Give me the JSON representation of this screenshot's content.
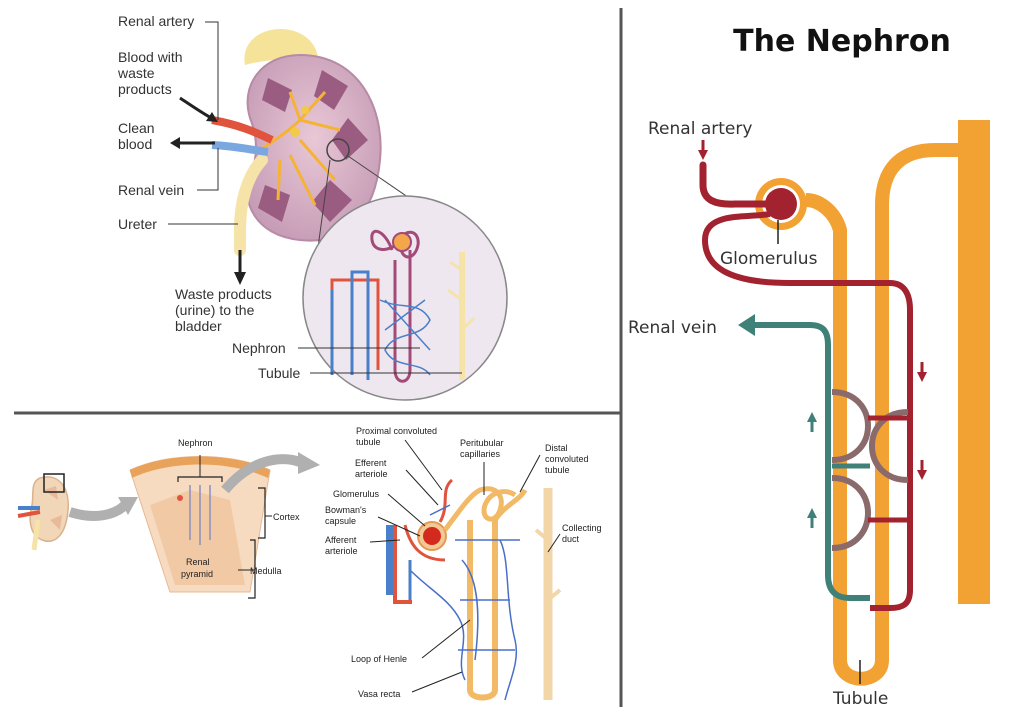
{
  "panel_top_left": {
    "labels": {
      "renal_artery": "Renal artery",
      "blood_waste_1": "Blood with",
      "blood_waste_2": "waste",
      "blood_waste_3": "products",
      "clean_blood_1": "Clean",
      "clean_blood_2": "blood",
      "renal_vein": "Renal vein",
      "ureter": "Ureter",
      "waste_1": "Waste products",
      "waste_2": "(urine) to the",
      "waste_3": "bladder",
      "nephron": "Nephron",
      "tubule": "Tubule"
    }
  },
  "panel_bottom_left": {
    "labels": {
      "nephron": "Nephron",
      "cortex": "Cortex",
      "renal_1": "Renal",
      "renal_2": "pyramid",
      "medulla": "Medulla",
      "proximal_1": "Proximal convoluted",
      "proximal_2": "tubule",
      "efferent_1": "Efferent",
      "efferent_2": "arteriole",
      "peritubular_1": "Peritubular",
      "peritubular_2": "capillaries",
      "distal_1": "Distal",
      "distal_2": "convoluted",
      "distal_3": "tubule",
      "glomerulus": "Glomerulus",
      "bowmans_1": "Bowman's",
      "bowmans_2": "capsule",
      "afferent_1": "Afferent",
      "afferent_2": "arteriole",
      "collecting_1": "Collecting",
      "collecting_2": "duct",
      "loop": "Loop of Henle",
      "vasa": "Vasa recta"
    }
  },
  "panel_right": {
    "title": "The Nephron",
    "labels": {
      "renal_artery": "Renal artery",
      "glomerulus": "Glomerulus",
      "renal_vein": "Renal vein",
      "tubule": "Tubule"
    }
  },
  "colors": {
    "artery_red": "#e0533c",
    "vein_blue": "#4a7fc9",
    "dark_red": "#a3222f",
    "teal_vein": "#3f8078",
    "tubule_orange": "#f2a133",
    "kidney_purple": "#b78aa6",
    "divider_gray": "#555555"
  }
}
